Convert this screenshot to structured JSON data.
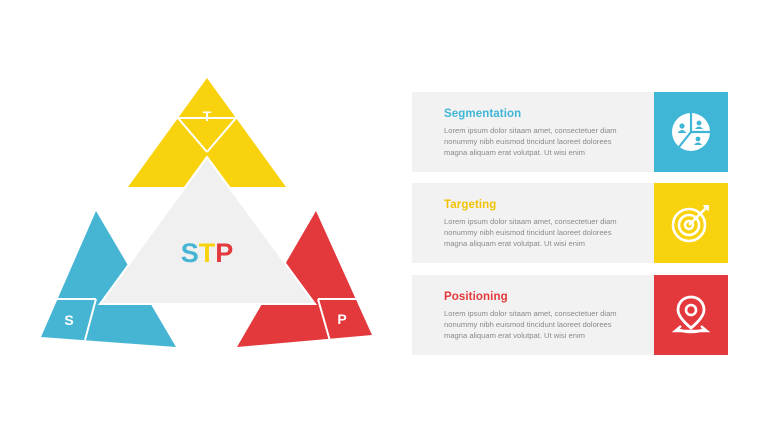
{
  "diagram": {
    "center": {
      "letters": [
        "S",
        "T",
        "P"
      ],
      "colors": [
        "#46b5d4",
        "#f9d20e",
        "#e3383c"
      ]
    },
    "triangles": [
      {
        "letter": "T",
        "color": "#f9d20e"
      },
      {
        "letter": "S",
        "color": "#46b5d4"
      },
      {
        "letter": "P",
        "color": "#e3383c"
      }
    ],
    "center_fill": "#f0f0f0"
  },
  "panels": [
    {
      "title": "Segmentation",
      "color": "#3fb6d6",
      "icon": "pie-chart-users-icon",
      "body": [
        "Lorem ipsum dolor sitaam amet, consectetuer diam",
        "nonummy  nibh euismod tincidunt laoreet dolorees",
        "magna aliquam erat volutpat. Ut wisi enim"
      ]
    },
    {
      "title": "Targeting",
      "color": "#f9d20e",
      "icon": "target-arrow-icon",
      "body": [
        "Lorem ipsum dolor sitaam amet, consectetuer diam",
        "nonummy  nibh euismod tincidunt laoreet dolorees",
        "magna aliquam erat volutpat. Ut wisi enim"
      ]
    },
    {
      "title": "Positioning",
      "color": "#e3383c",
      "icon": "map-pin-icon",
      "body": [
        "Lorem ipsum dolor sitaam amet, consectetuer diam",
        "nonummy  nibh euismod tincidunt laoreet dolorees",
        "magna aliquam erat volutpat. Ut wisi enim"
      ]
    }
  ]
}
